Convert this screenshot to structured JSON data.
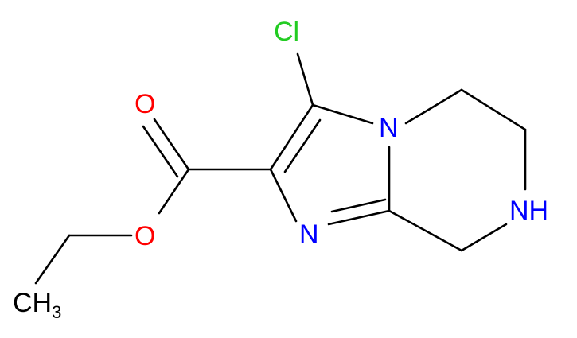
{
  "structure": {
    "atoms": {
      "chlorine": "Cl",
      "carbonyl_oxygen": "O",
      "ester_oxygen": "O",
      "bridge_nitrogen": "N",
      "imine_nitrogen": "N",
      "amine_nh": "NH",
      "methyl_c": "CH",
      "methyl_sub": "3"
    },
    "colors": {
      "bond": "#000000",
      "chlorine": "#22cc22",
      "oxygen": "#ff0000",
      "nitrogen": "#0000ff",
      "carbon": "#000000"
    }
  }
}
